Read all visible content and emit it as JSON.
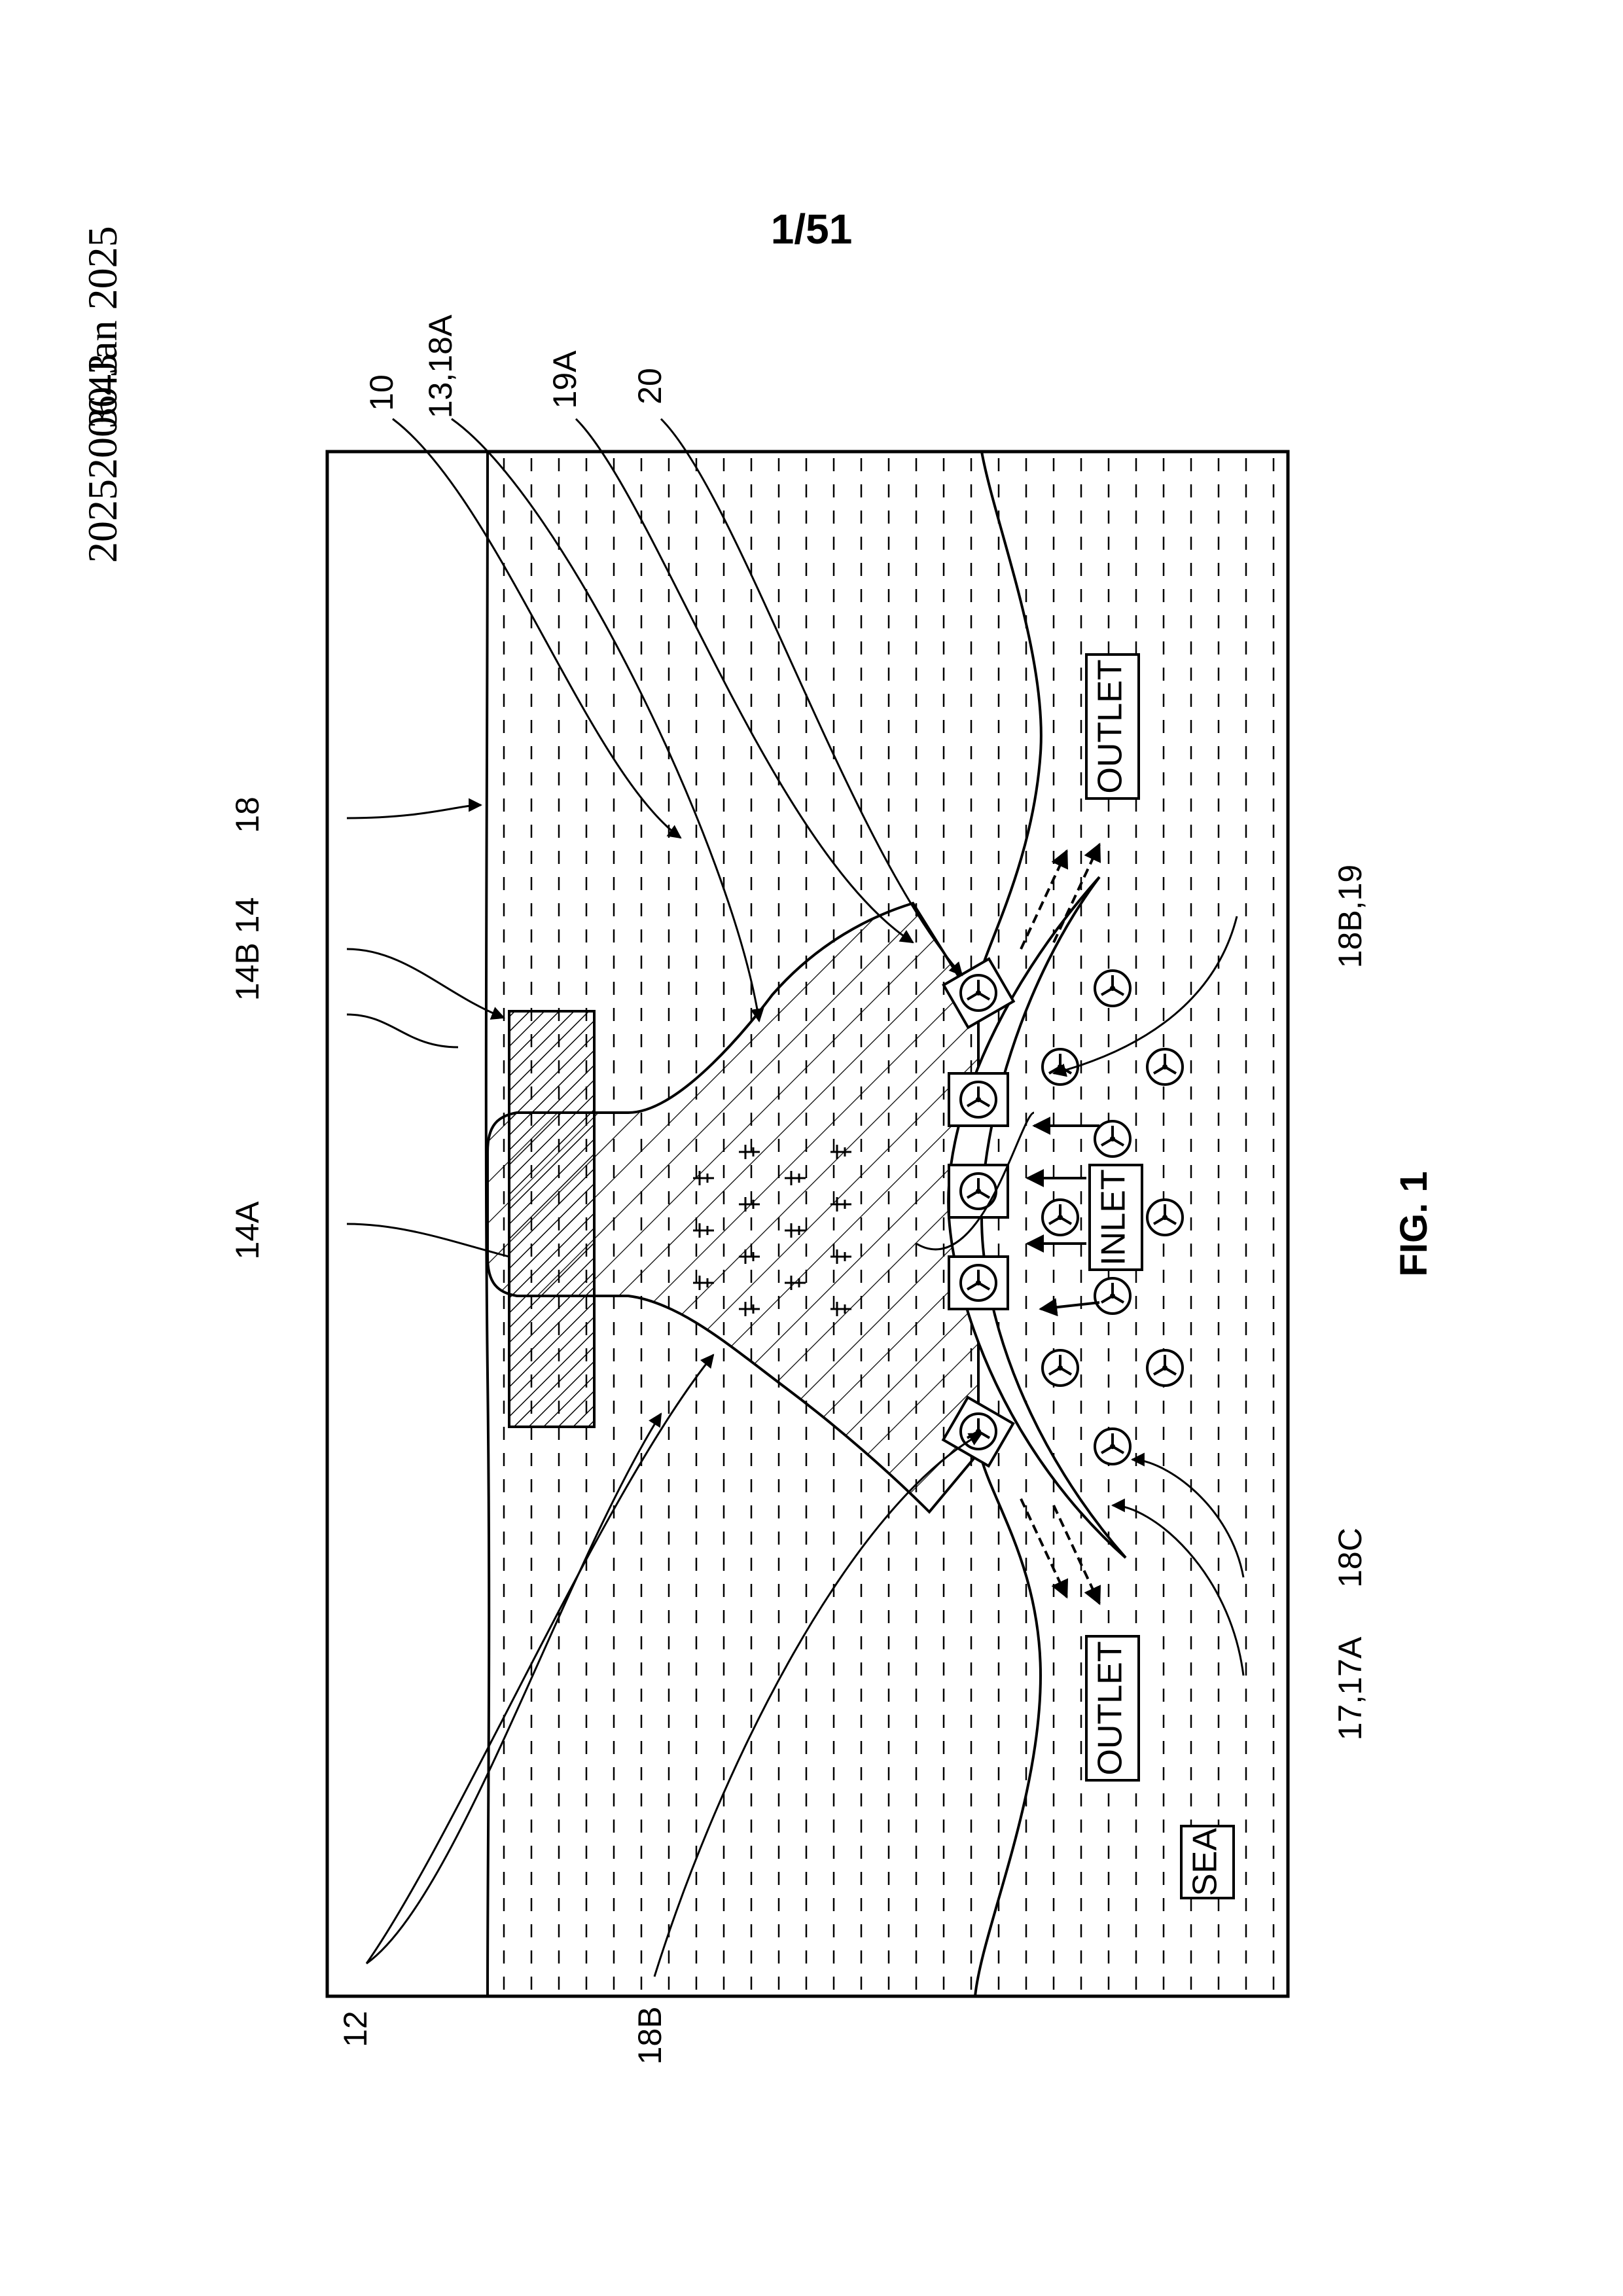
{
  "header": {
    "application_number": "2025200643",
    "date": "30 Jan 2025",
    "sheet_number": "1/51"
  },
  "figure": {
    "caption": "FIG. 1",
    "region_labels": {
      "sea": "SEA",
      "inlet": "INLET",
      "outlet_top": "OUTLET",
      "outlet_bottom": "OUTLET"
    },
    "reference_numerals": {
      "r18": "18",
      "r14": "14B 14",
      "r14a": "14A",
      "r10": "10",
      "r13": "13,18A",
      "r19a": "19A",
      "r20": "20",
      "r18b19": "18B,19",
      "r18c": "18C",
      "r17": "17,17A",
      "r12": "12",
      "r18b": "18B"
    }
  }
}
